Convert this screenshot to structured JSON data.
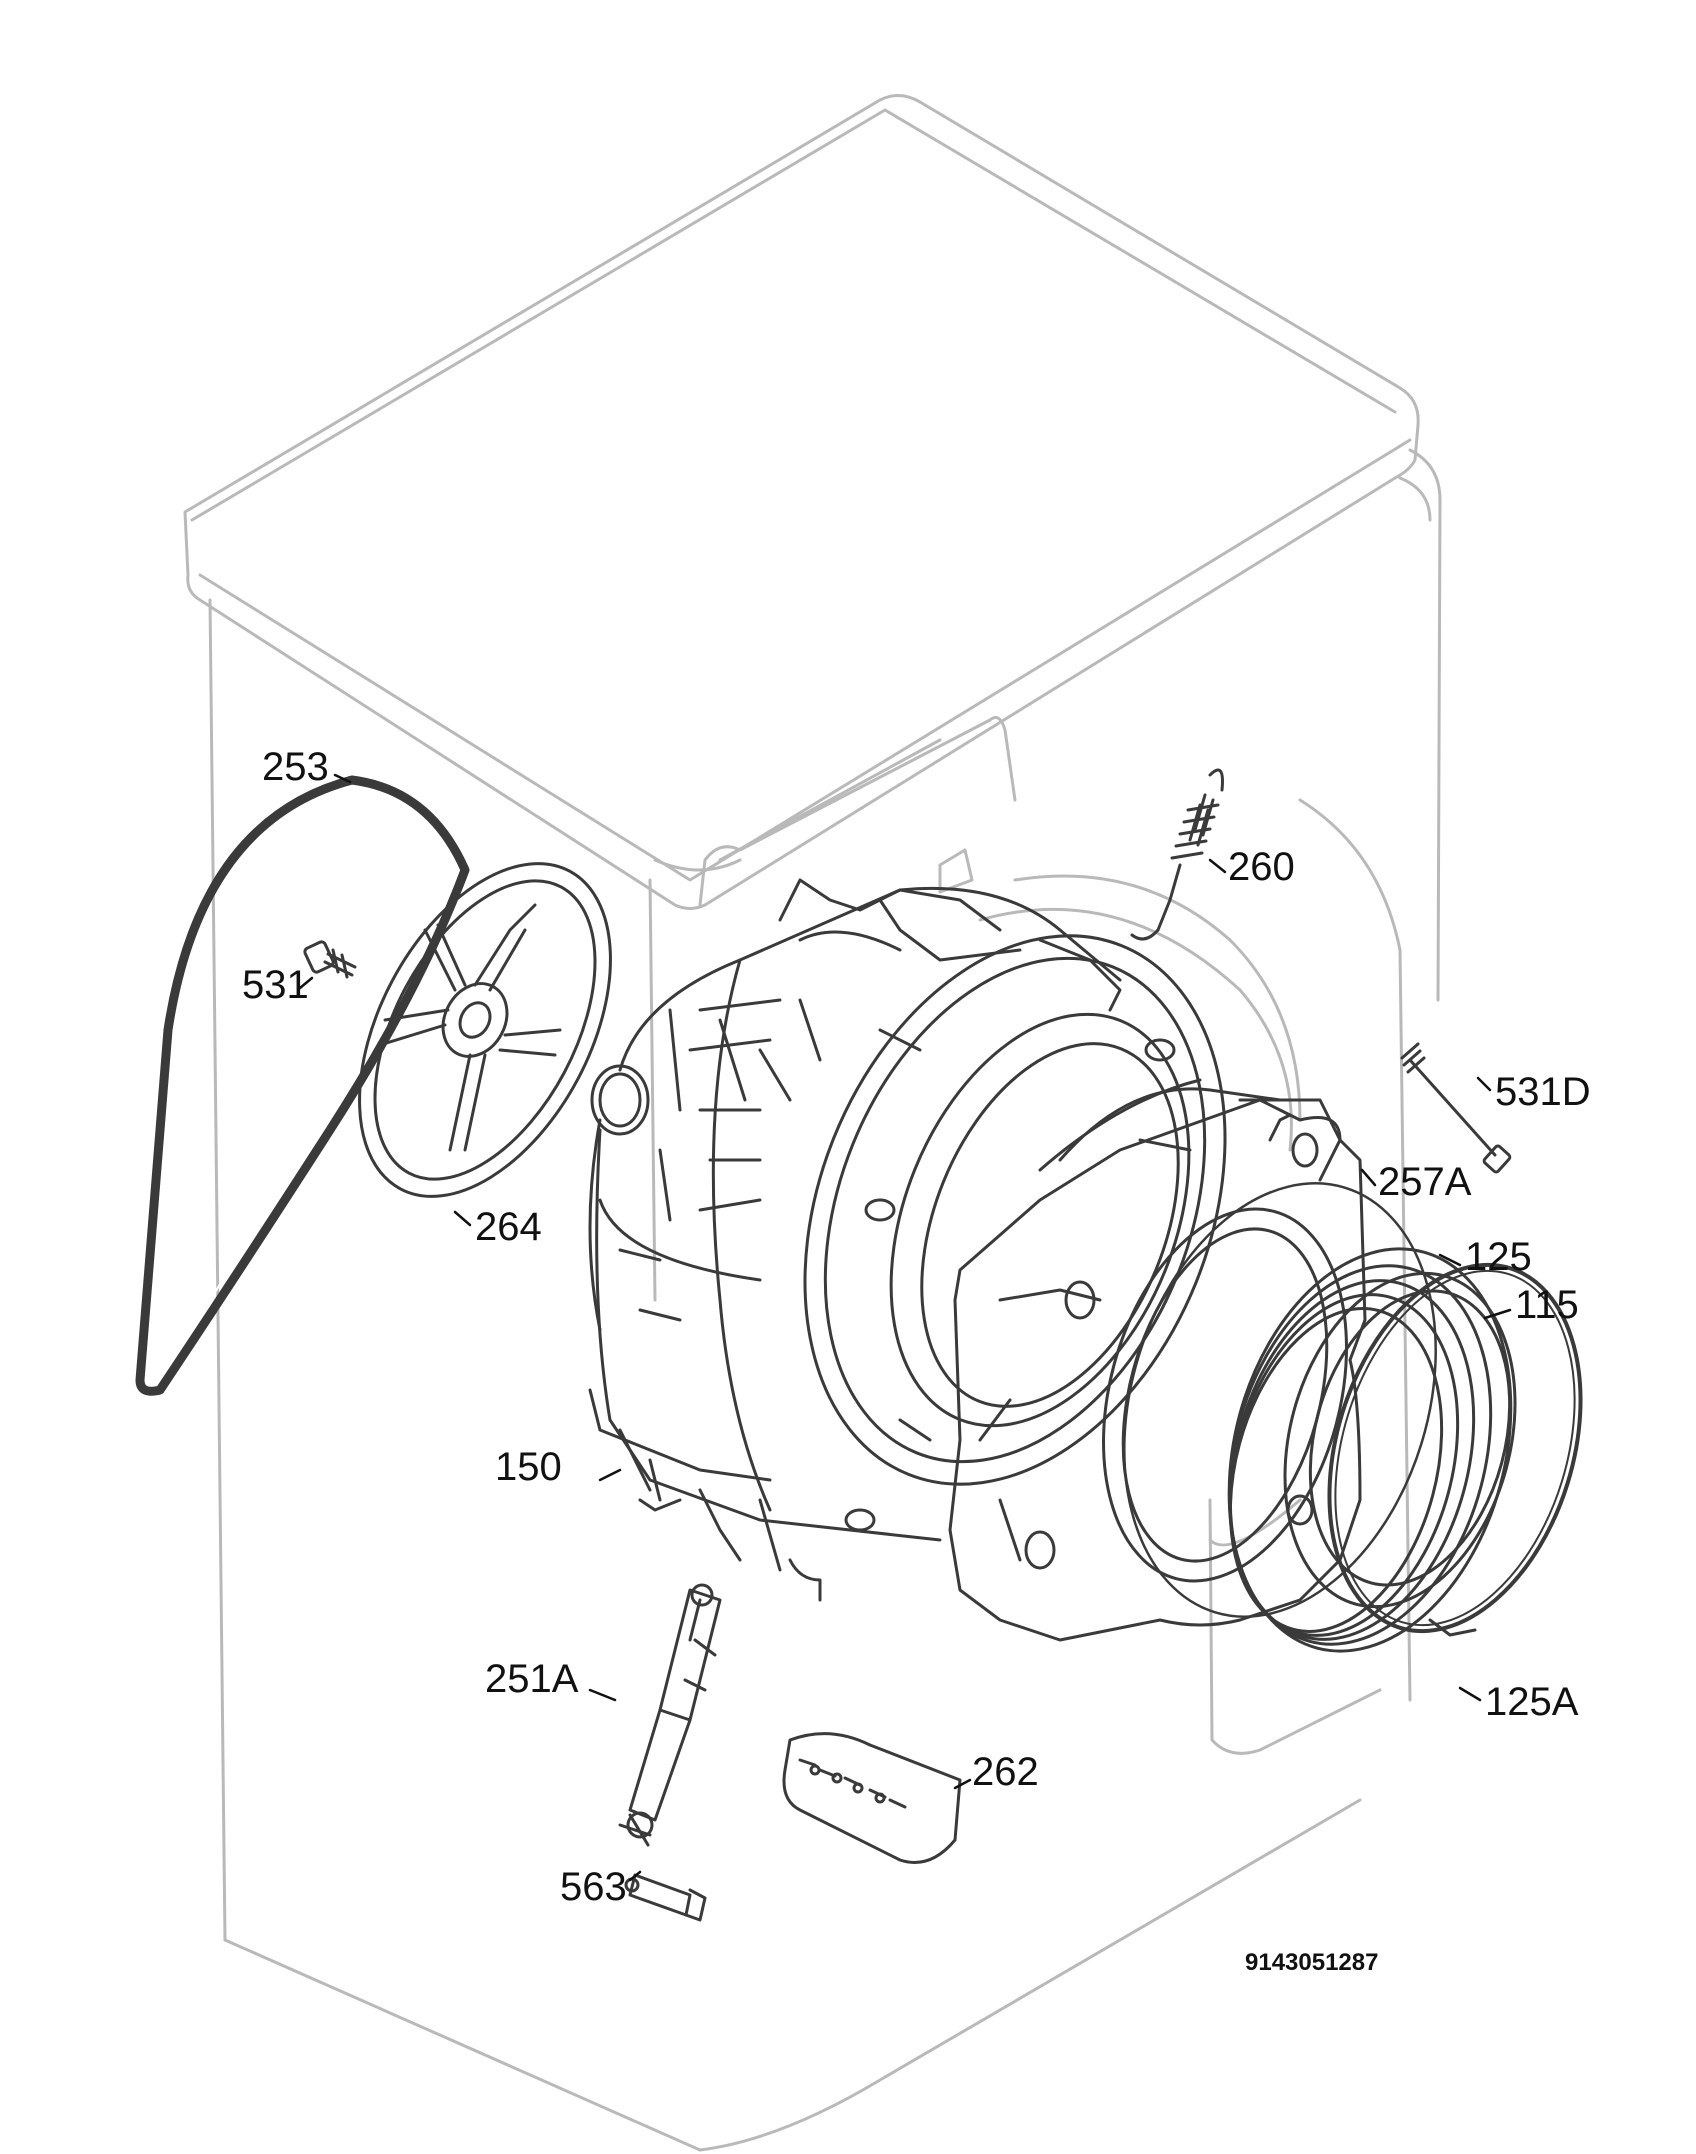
{
  "colors": {
    "ghost": "#b9b9b9",
    "part": "#3a3a3a",
    "ink": "#111111",
    "background": "#ffffff"
  },
  "diagram": {
    "document_number": "9143051287",
    "callouts": [
      {
        "id": "253",
        "text": "253"
      },
      {
        "id": "531",
        "text": "531"
      },
      {
        "id": "264",
        "text": "264"
      },
      {
        "id": "260",
        "text": "260"
      },
      {
        "id": "531D",
        "text": "531D"
      },
      {
        "id": "257A",
        "text": "257A"
      },
      {
        "id": "125",
        "text": "125"
      },
      {
        "id": "115",
        "text": "115"
      },
      {
        "id": "150",
        "text": "150"
      },
      {
        "id": "251A",
        "text": "251A"
      },
      {
        "id": "262",
        "text": "262"
      },
      {
        "id": "125A",
        "text": "125A"
      },
      {
        "id": "563",
        "text": "563"
      }
    ]
  }
}
